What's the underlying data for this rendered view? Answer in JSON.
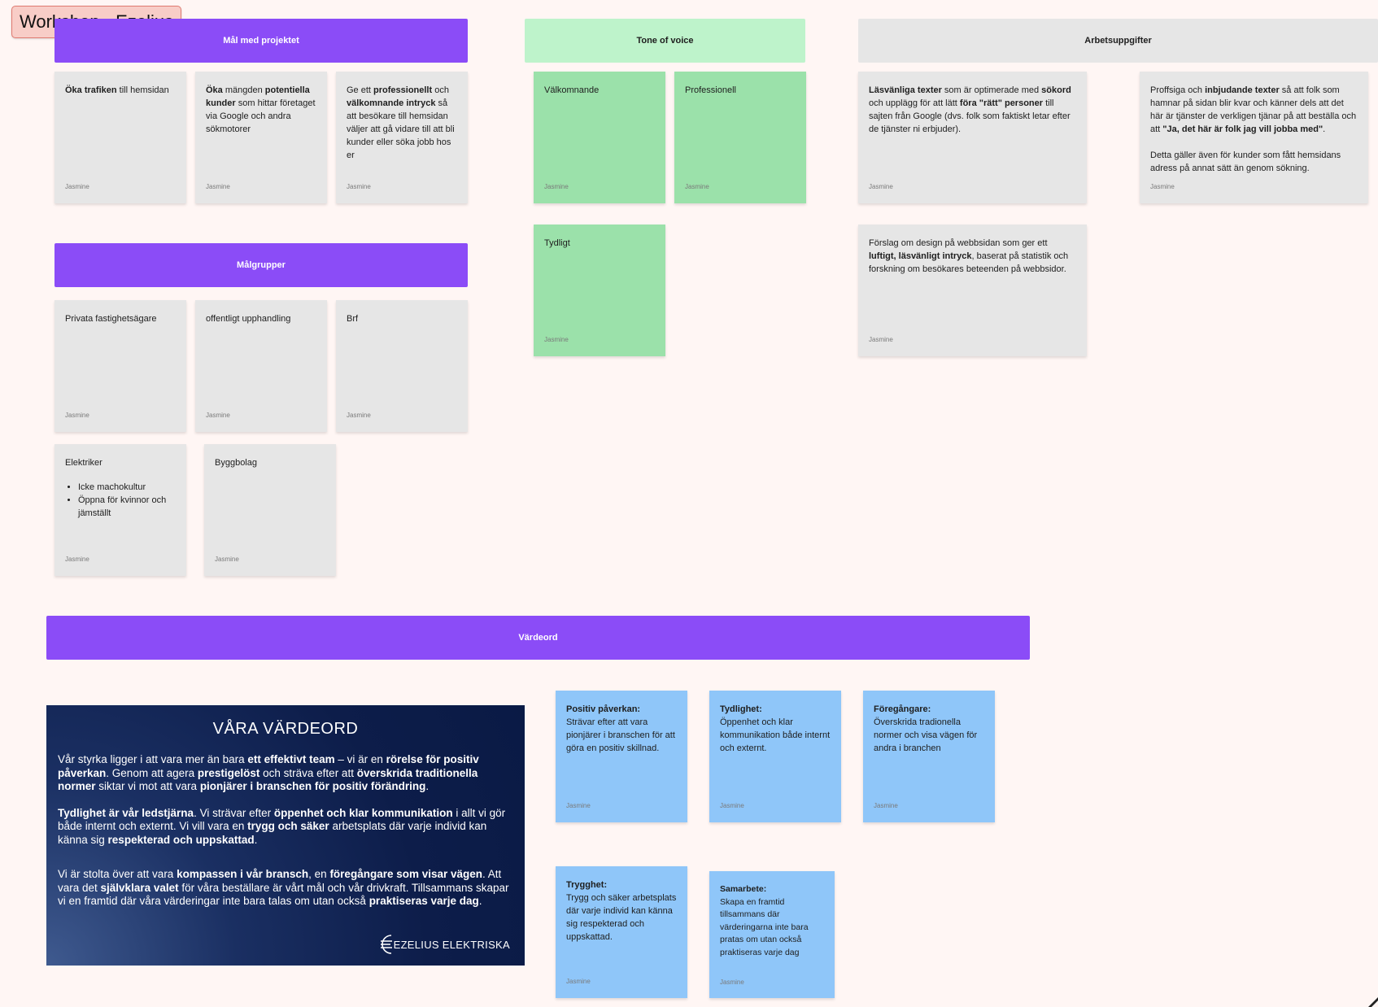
{
  "board_title": "Workshop - Ezelius",
  "sections": {
    "mal": "Mål med projektet",
    "tone": "Tone of voice",
    "arbets": "Arbetsuppgifter",
    "malgrupper": "Målgrupper",
    "vardeord": "Värdeord"
  },
  "author": "Jasmine",
  "mal_notes": [
    {
      "b1": "Öka trafiken",
      "t1": " till hemsidan"
    },
    {
      "b1": "Öka",
      "t1": " mängden ",
      "b2": "potentiella kunder",
      "t2": " som hittar företaget via Google och andra sökmotorer"
    },
    {
      "t0": "Ge ett ",
      "b1": "professionellt",
      "t1": " och ",
      "b2": "välkomnande intryck",
      "t2": " så att besökare till hemsidan väljer att gå vidare till att bli kunder eller söka jobb hos er"
    }
  ],
  "tone_notes": [
    "Välkomnande",
    "Professionell",
    "Tydligt"
  ],
  "arbets_notes": {
    "n1": {
      "b1": "Läsvänliga texter",
      "t1": " som är optimerade med ",
      "b2": "sökord",
      "t2": " och upplägg för att lätt ",
      "b3": "föra \"rätt\" personer",
      "t3": " till sajten från Google (dvs. folk som faktiskt letar efter de tjänster ni erbjuder)."
    },
    "n2": {
      "t0": "Proffsiga och ",
      "b1": "inbjudande texter",
      "t1": " så att folk som hamnar på sidan blir kvar och känner dels att det här är tjänster de verkligen tjänar på att beställa och att ",
      "b2": "\"Ja, det här är folk jag vill jobba med\"",
      "t2": ".",
      "p2": "Detta gäller även för kunder som fått hemsidans adress på annat sätt än genom sökning."
    },
    "n3": {
      "t0": "Förslag om design på webbsidan som ger ett ",
      "b1": "luftigt, läsvänligt intryck",
      "t1": ", baserat på statistik och forskning om besökares beteenden på webbsidor."
    }
  },
  "malgrupper_notes": [
    "Privata fastighetsägare",
    "offentligt upphandling",
    "Brf",
    "Byggbolag"
  ],
  "elektriker": {
    "label": "Elektriker",
    "items": [
      "Icke machokultur",
      "Öppna för kvinnor och jämställt"
    ]
  },
  "values_panel": {
    "heading": "VÅRA VÄRDEORD",
    "p1": {
      "t0": "Vår styrka ligger i att vara mer än bara ",
      "b1": "ett effektivt team",
      "t1": " – vi är en ",
      "b2": "rörelse för positiv påverkan",
      "t2": ". Genom att agera ",
      "b3": "prestigelöst",
      "t3": " och sträva efter att ",
      "b4": "överskrida traditionella normer",
      "t4": " siktar vi mot att vara ",
      "b5": "pionjärer i branschen för positiv förändring",
      "t5": "."
    },
    "p2": {
      "b1": "Tydlighet är vår ledstjärna",
      "t1": ". Vi strävar efter ",
      "b2": "öppenhet och klar kommunikation",
      "t2": " i allt vi gör både internt och externt. Vi vill vara en ",
      "b3": "trygg och säker",
      "t3": " arbetsplats där varje individ kan känna sig ",
      "b4": "respekterad och uppskattad",
      "t4": "."
    },
    "p3": {
      "t0": "Vi är stolta över att vara ",
      "b1": "kompassen i vår bransch",
      "t1": ", en ",
      "b2": "föregångare som visar vägen",
      "t2": ". Att vara det ",
      "b3": "självklara valet",
      "t3": " för våra beställare är vårt mål och vår drivkraft. Tillsammans skapar vi en framtid där våra värderingar inte bara talas om utan också ",
      "b4": "praktiseras varje dag",
      "t4": "."
    },
    "logo": "EZELIUS ELEKTRISKA"
  },
  "value_notes": [
    {
      "title": "Positiv påverkan:",
      "text": "Strävar efter att vara pionjärer i branschen för att göra en positiv skillnad."
    },
    {
      "title": "Tydlighet:",
      "text": "Öppenhet och klar kommunikation både internt och externt."
    },
    {
      "title": "Föregångare:",
      "text": "Överskrida tradionella normer och visa vägen för andra i branchen"
    },
    {
      "title": "Trygghet:",
      "text": "Trygg och säker arbetsplats där varje individ kan känna sig respekterad och uppskattad."
    },
    {
      "title": "Samarbete:",
      "text": "Skapa en framtid tillsammans där värderingarna inte bara pratas om utan också praktiseras varje dag"
    }
  ],
  "colors": {
    "purple_header": "#8b4cf7",
    "green_header": "#bef3cb",
    "grey_header": "#e6e6e6",
    "grey_sticky": "#e6e6e6",
    "green_sticky": "#9be1aa",
    "blue_sticky": "#8fc6f9",
    "title_badge": "#f8cdc7",
    "background": "#fff6f4"
  }
}
